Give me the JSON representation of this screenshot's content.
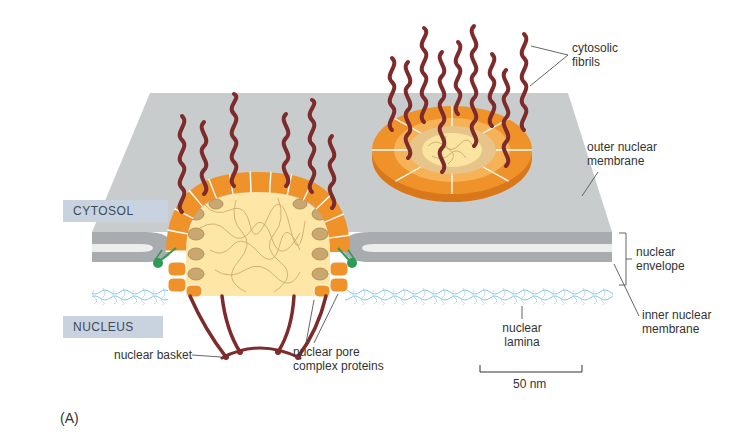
{
  "diagram": {
    "nodes": [
      {
        "text": [
          "CYTOSOL"
        ]
      },
      {
        "text": [
          "NUCLEUS"
        ]
      }
    ],
    "labels": [
      "cytosolic fibrils",
      "outer nuclear membrane",
      "nuclear envelope",
      "inner nuclear membrane",
      "nuclear lamina",
      "nuclear basket",
      "nuclear pore complex proteins",
      "50 nm",
      "(A)"
    ]
  }
}
